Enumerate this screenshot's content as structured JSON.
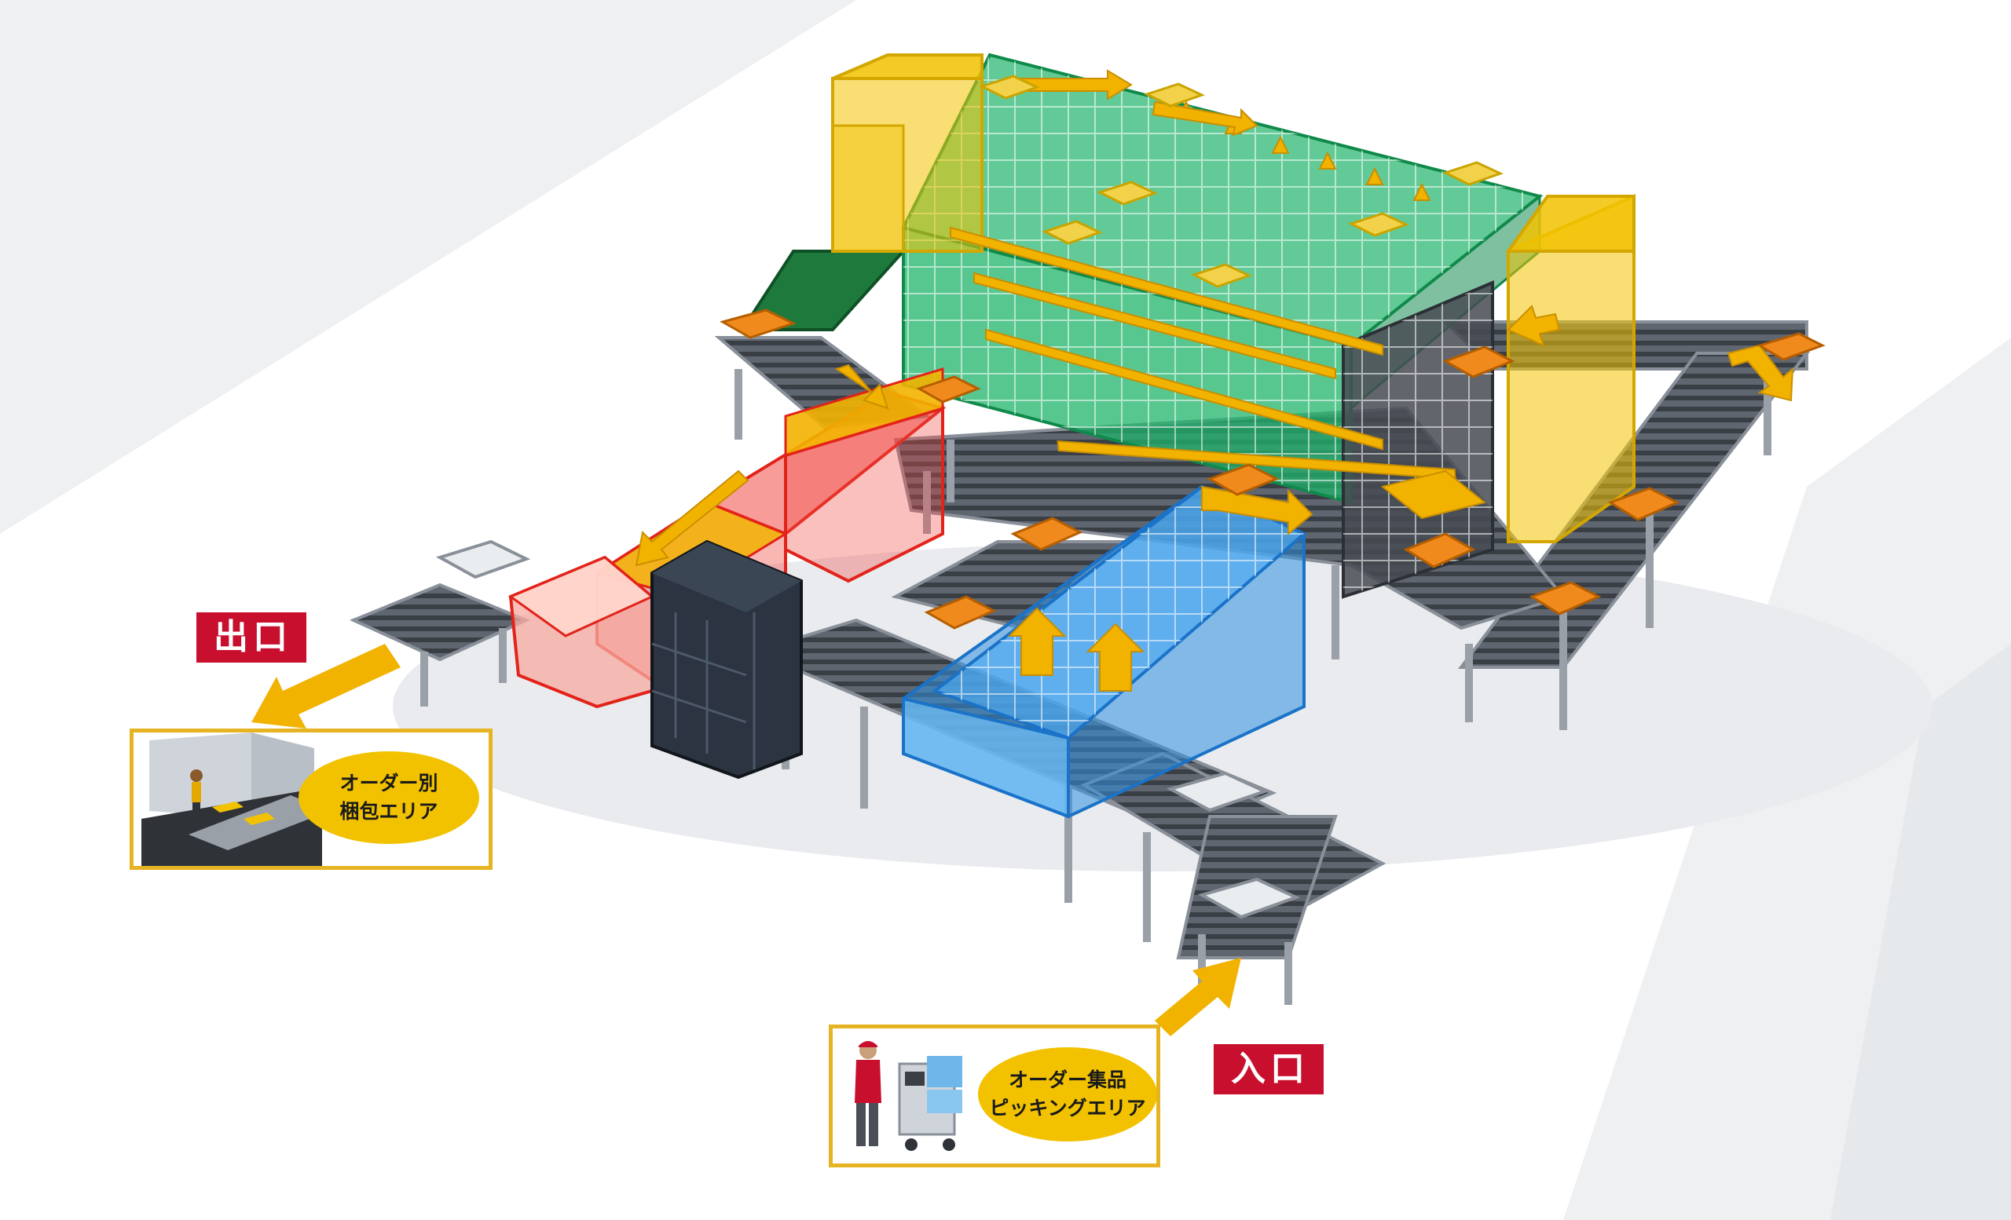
{
  "labels": {
    "exit": "出口",
    "entrance": "入口"
  },
  "packing_area": {
    "line1": "オーダー別",
    "line2": "梱包エリア"
  },
  "picking_area": {
    "line1": "オーダー集品",
    "line2": "ピッキングエリア"
  },
  "colors": {
    "storage_green": "#1fb46a",
    "lift_yellow": "#f2c200",
    "sorter_red": "#f04a44",
    "inbound_blue": "#2f8fe0",
    "dark_tower": "#2b3440",
    "flow_arrow": "#f2b200",
    "tote_orange": "#f08a1c",
    "label_red": "#c8102e",
    "panel_border": "#e6b422"
  },
  "icons": {
    "flow": "arrow-icon",
    "worker": "worker-icon",
    "cart": "picking-cart-icon",
    "truck": "truck-icon"
  }
}
